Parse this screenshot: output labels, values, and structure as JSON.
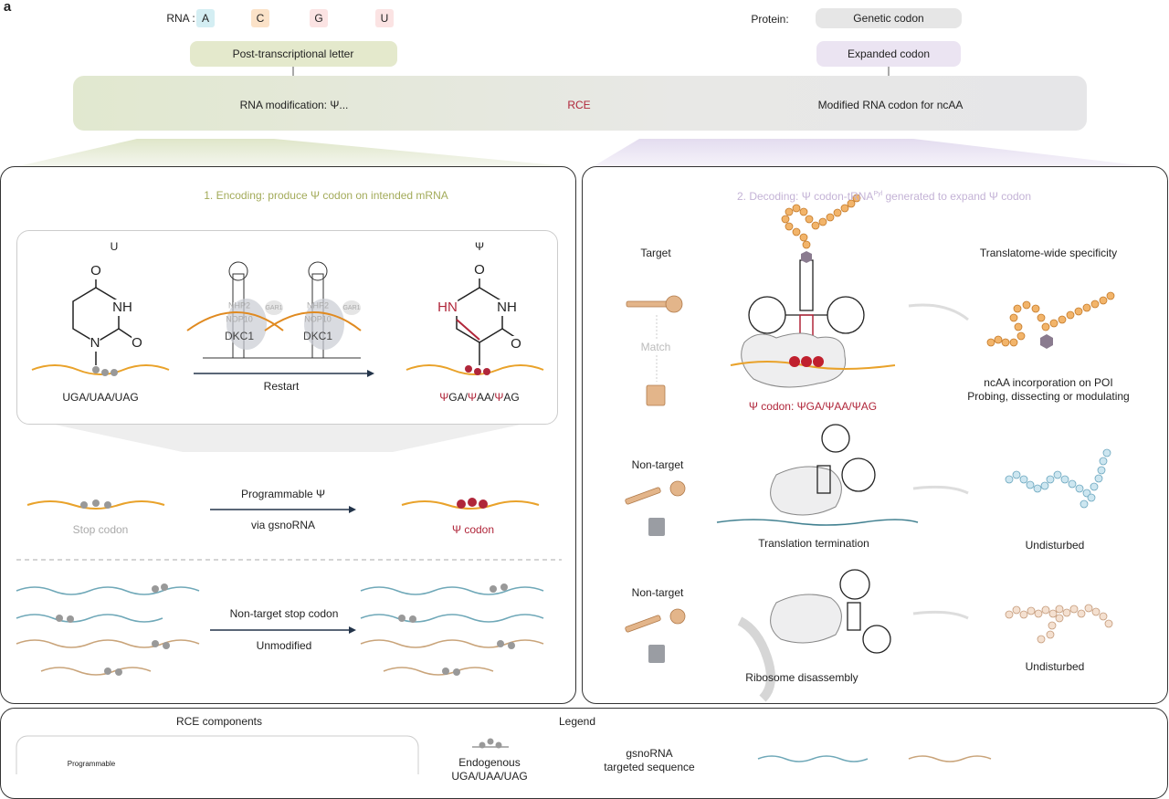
{
  "figure_label": "a",
  "header": {
    "rna_label": "RNA :",
    "rna_letters": [
      {
        "letter": "A",
        "color": "#d4eef3"
      },
      {
        "letter": "C",
        "color": "#fbe2c8"
      },
      {
        "letter": "G",
        "color": "#fbe3e3"
      },
      {
        "letter": "U",
        "color": "#fbe3e3"
      }
    ],
    "protein_label": "Protein:",
    "genetic_codon": "Genetic codon",
    "post_transcriptional_letter": "Post-transcriptional letter",
    "expanded_codon": "Expanded codon",
    "bar": {
      "left": "RNA modification: Ψ...",
      "center": "RCE",
      "right": "Modified RNA codon for ncAA"
    }
  },
  "encoding": {
    "title": "1. Encoding: produce Ψ codon on intended mRNA",
    "u_label": "U",
    "psi_label": "Ψ",
    "u_codons": "UGA/UAA/UAG",
    "restart": "Restart",
    "psi_codons": [
      {
        "psi": "Ψ",
        "rest": "GA/"
      },
      {
        "psi": "Ψ",
        "rest": "AA/"
      },
      {
        "psi": "Ψ",
        "rest": "AG"
      }
    ],
    "proteins": {
      "nhp2": "NHP2",
      "nop10": "NOP10",
      "gar1": "GAR1",
      "dkc1": "DKC1"
    },
    "chem": {
      "o": "O",
      "nh": "NH",
      "n": "N",
      "hn": "HN"
    },
    "stop_codon": "Stop codon",
    "programmable_psi": "Programmable Ψ",
    "via_gsnorna": "via gsnoRNA",
    "psi_codon": "Ψ codon",
    "non_target_stop": "Non-target stop codon",
    "unmodified": "Unmodified"
  },
  "decoding": {
    "title_pre": "2. Decoding: Ψ codon-tRNA",
    "title_sup": "Pyl",
    "title_post": " generated to expand Ψ codon",
    "target": "Target",
    "match": "Match",
    "translatome": "Translatome-wide specificity",
    "ncaa_line1": "ncAA incorporation on POI",
    "ncaa_line2": "Probing, dissecting or modulating",
    "psi_codon_label": "Ψ codon: ΨGA/ΨAA/ΨAG",
    "non_target_1": "Non-target",
    "termination": "Translation termination",
    "undisturbed_1": "Undisturbed",
    "non_target_2": "Non-target",
    "disassembly": "Ribosome disassembly",
    "undisturbed_2": "Undisturbed"
  },
  "bottom": {
    "rce_components": "RCE components",
    "programmable": "Programmable",
    "legend": "Legend",
    "endogenous": "Endogenous",
    "endogenous_codons": "UGA/UAA/UAG",
    "gsnorna": "gsnoRNA",
    "targeted_sequence": "targeted sequence"
  },
  "colors": {
    "accent_red": "#b0263a",
    "olive": "#a3ab5a",
    "lavender": "#c4b3d6",
    "orange": "#e89a3c",
    "blue": "#a8d2e6"
  }
}
